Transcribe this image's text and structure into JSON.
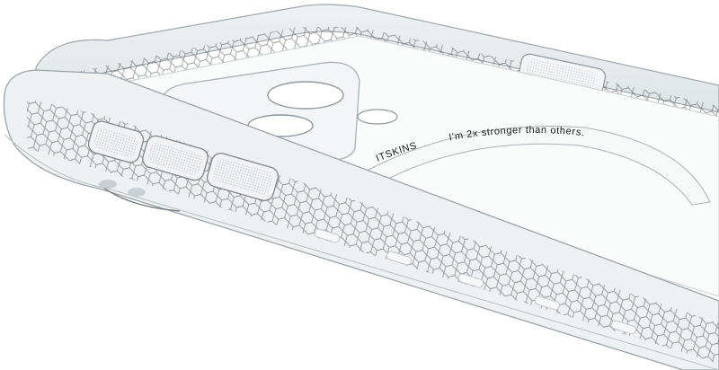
{
  "scene": {
    "subject": "clear-phone-case",
    "background_color": "#ffffff",
    "case_tint": "#f4f6f7",
    "edge_color": "#9aa3a8",
    "hex_pattern_color": "#3a3f44"
  },
  "magsafe_ring": {
    "brand_text": "ITSKINS",
    "slogan_text": "I'm 2x stronger than others."
  }
}
